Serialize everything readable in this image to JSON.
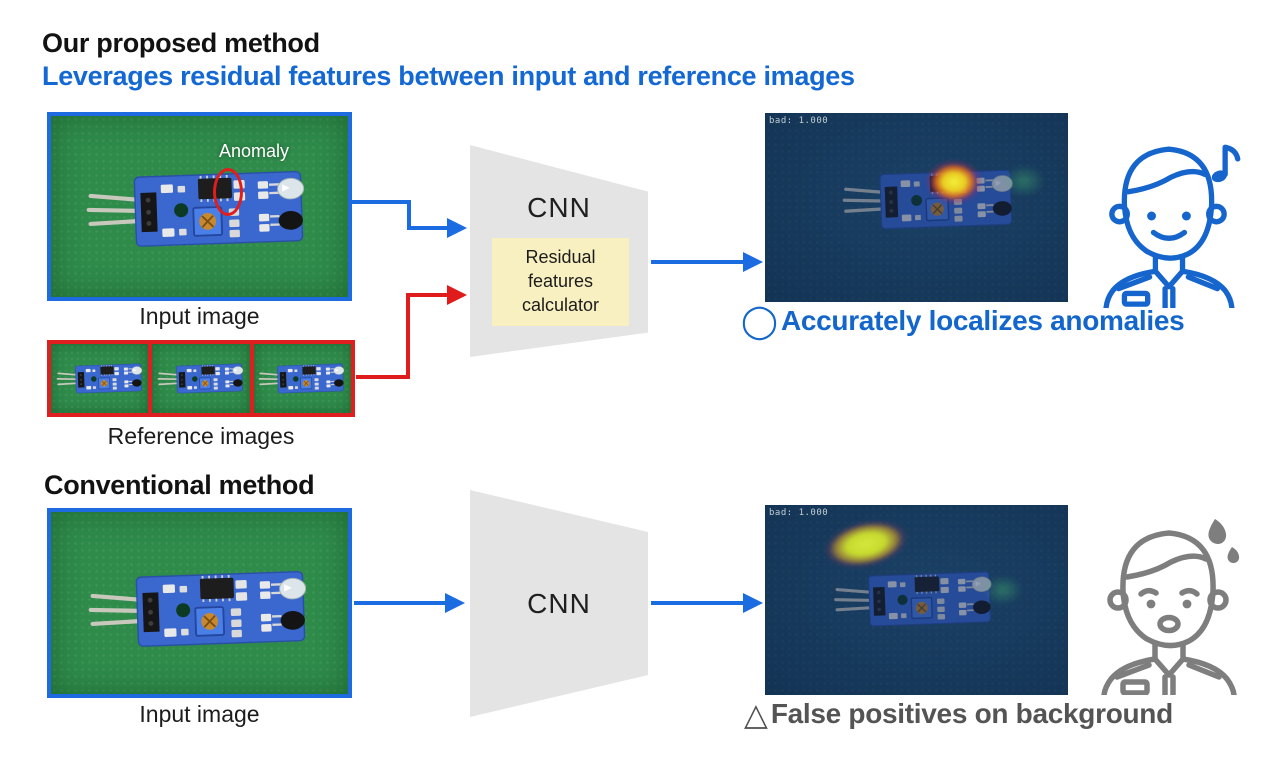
{
  "proposed": {
    "title": "Our proposed method",
    "subtitle": "Leverages residual features between input and reference images",
    "anomaly_callout": "Anomaly",
    "input_image_label": "Input image",
    "reference_images_label": "Reference images",
    "cnn_label": "CNN",
    "residual_box_label": "Residual features calculator",
    "output_score": "bad: 1.000",
    "result_symbol": "◯",
    "result_text": "Accurately localizes anomalies"
  },
  "conventional": {
    "title": "Conventional method",
    "input_image_label": "Input image",
    "cnn_label": "CNN",
    "output_score": "bad: 1.000",
    "result_symbol": "△",
    "result_text": "False positives on background"
  },
  "icons": {
    "proposed_person": "happy-person-with-music-note-icon",
    "conventional_person": "worried-person-with-sweat-icon"
  },
  "colors": {
    "accent_blue": "#1368d4",
    "arrow_blue": "#1b6ce0",
    "arrow_red": "#e01b1b",
    "result_blue": "#1266cc",
    "result_gray": "#545454",
    "photo_border_blue": "#1e6ae0",
    "reference_border_red": "#df1f1f",
    "cnn_gray": "#e4e4e4",
    "residual_yellow": "#f9f0c2",
    "pcb_green": "#2e8b4a",
    "heatmap_bg": "#1d4963"
  }
}
